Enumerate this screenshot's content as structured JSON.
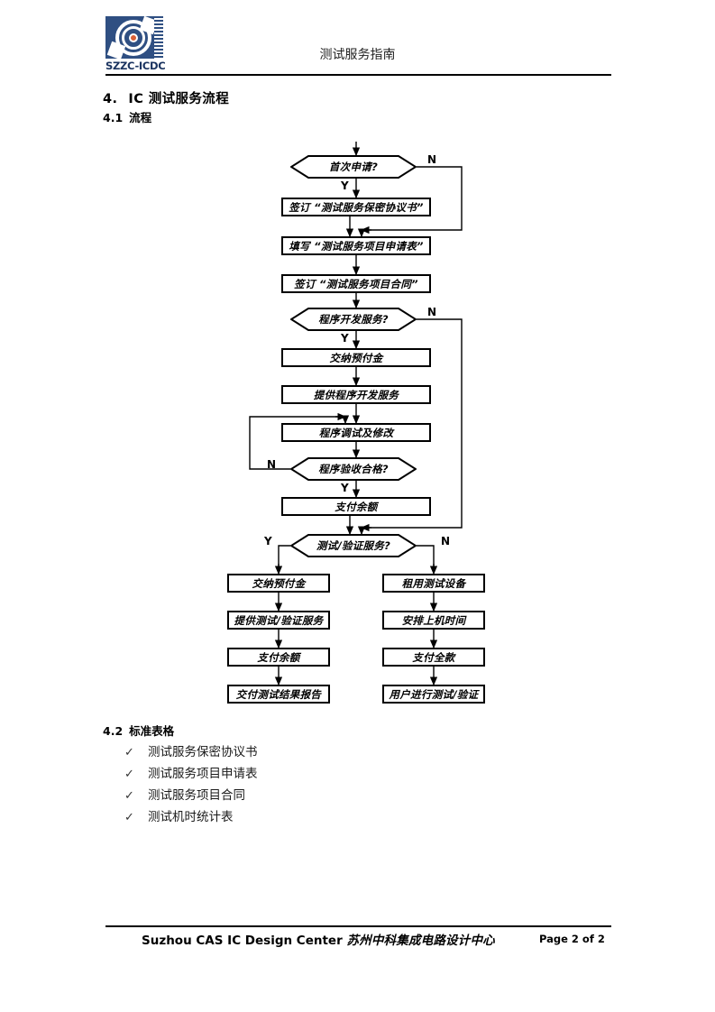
{
  "header": {
    "logo_text": "SZZC-ICDC",
    "title": "测试服务指南"
  },
  "sections": {
    "s4": {
      "number": "4.",
      "title": "IC 测试服务流程"
    },
    "s41": {
      "number": "4.1",
      "title": "流程"
    },
    "s42": {
      "number": "4.2",
      "title": "标准表格"
    }
  },
  "flowchart": {
    "nodes": {
      "d1": "首次申请?",
      "b1": "签订 “测试服务保密协议书”",
      "b2": "填写 “测试服务项目申请表”",
      "b3": "签订 “测试服务项目合同”",
      "d2": "程序开发服务?",
      "b4": "交纳预付金",
      "b5": "提供程序开发服务",
      "b6": "程序调试及修改",
      "d3": "程序验收合格?",
      "b7": "支付余额",
      "d4": "测试/验证服务?",
      "L1": "交纳预付金",
      "L2": "提供测试/验证服务",
      "L3": "支付余额",
      "L4": "交付测试结果报告",
      "R1": "租用测试设备",
      "R2": "安排上机时间",
      "R3": "支付全款",
      "R4": "用户进行测试/验证"
    },
    "labels": {
      "d1_yes": "Y",
      "d1_no": "N",
      "d2_yes": "Y",
      "d2_no": "N",
      "d3_yes": "Y",
      "d3_no": "N",
      "d4_yes": "Y",
      "d4_no": "N"
    }
  },
  "tables_list": [
    {
      "mark": "✓",
      "text": "测试服务保密协议书"
    },
    {
      "mark": "✓",
      "text": "测试服务项目申请表"
    },
    {
      "mark": "✓",
      "text": "测试服务项目合同"
    },
    {
      "mark": "✓",
      "text": "测试机时统计表"
    }
  ],
  "footer": {
    "org_en": "Suzhou CAS IC Design Center",
    "org_cn": "苏州中科集成电路设计中心",
    "page": "Page 2 of 2"
  },
  "colors": {
    "logo_blue": "#2f4f82",
    "logo_accent": "#d95f36",
    "line": "#000000"
  }
}
